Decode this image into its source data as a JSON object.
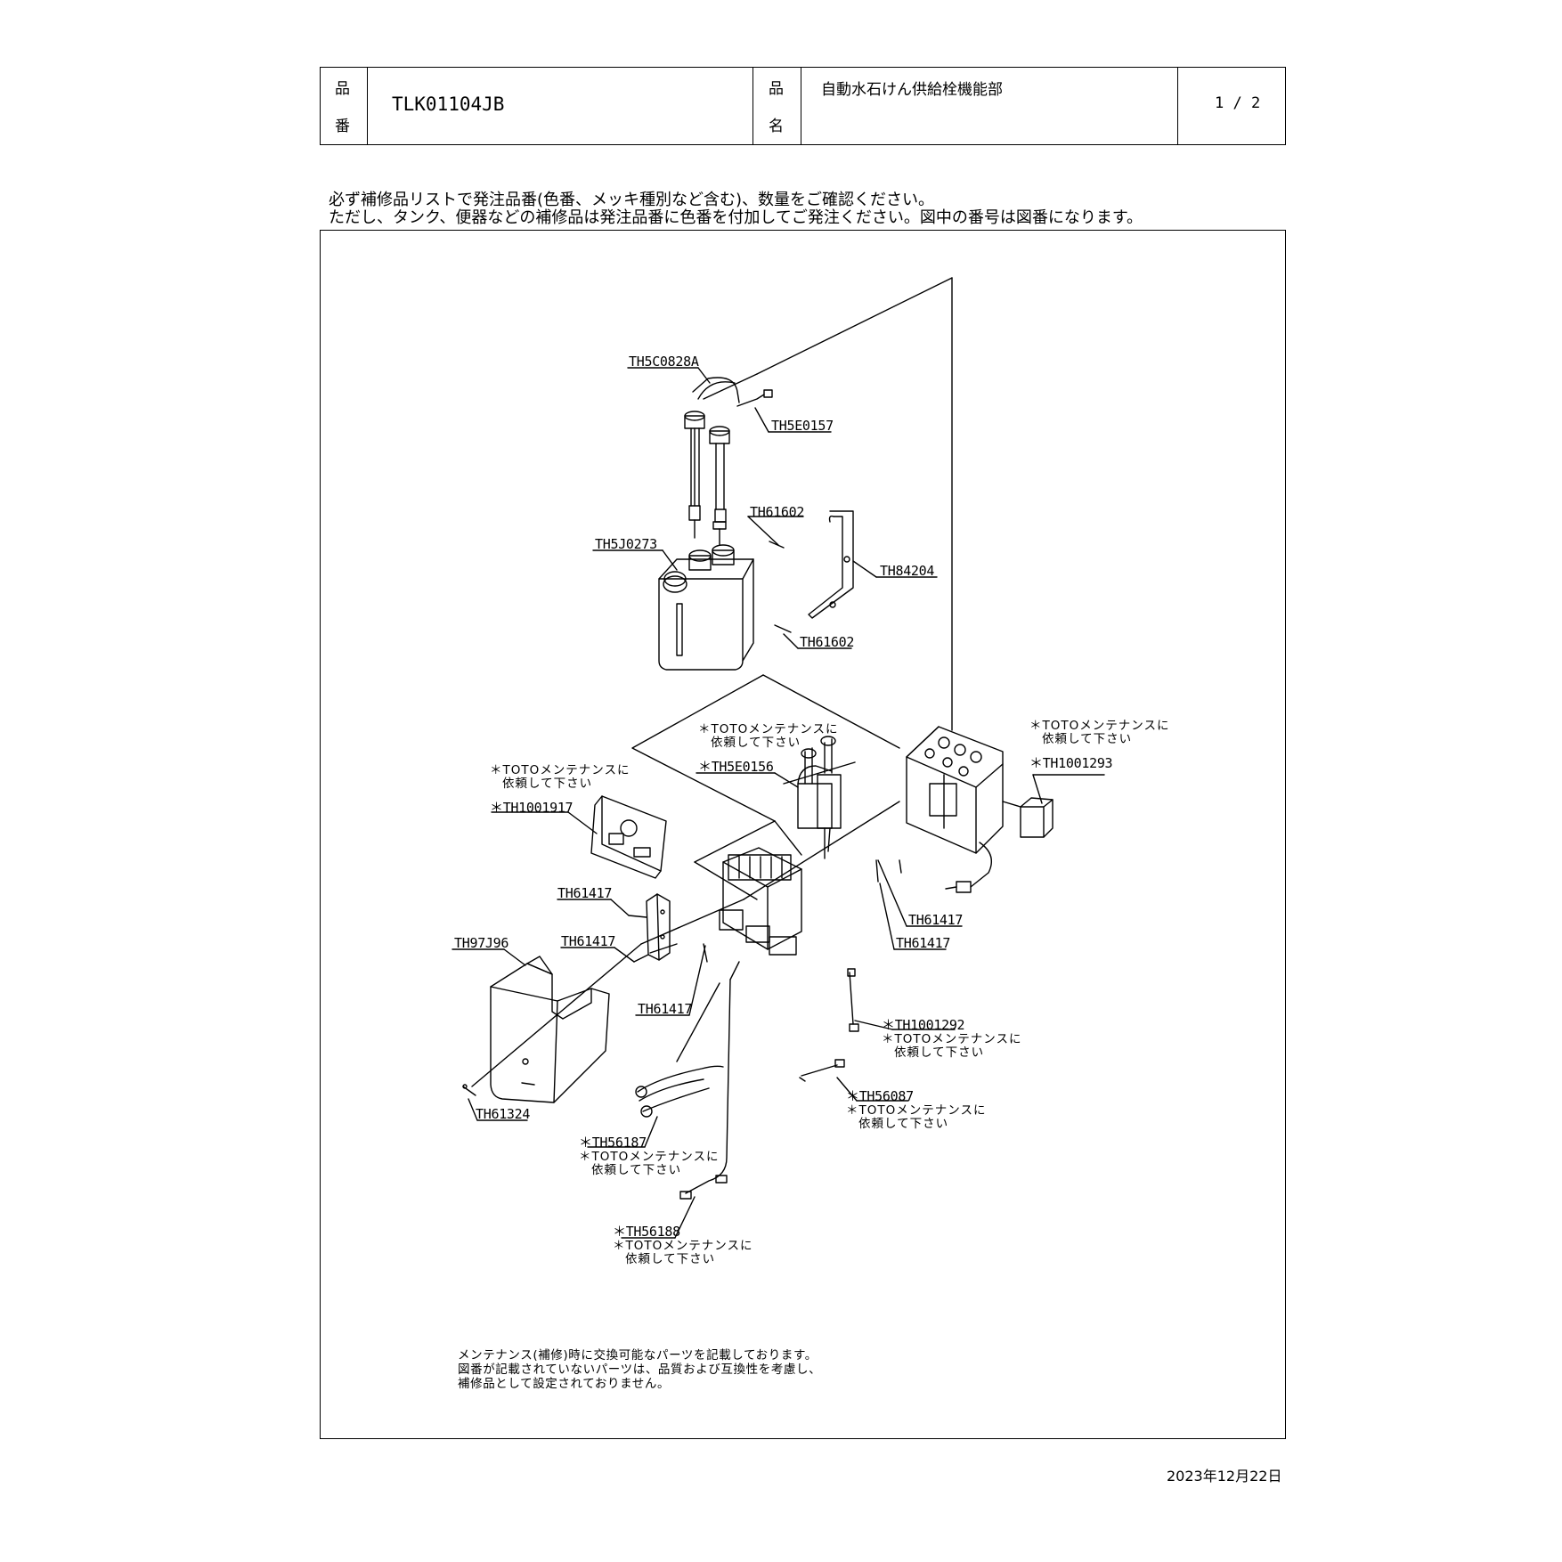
{
  "header": {
    "part_no_label_1": "品",
    "part_no_label_2": "番",
    "part_no": "TLK01104JB",
    "name_label_1": "品",
    "name_label_2": "名",
    "name": "自動水石けん供給栓機能部",
    "page": "1 / 2"
  },
  "notice": {
    "line1": "必ず補修品リストで発注品番(色番、メッキ種別など含む)、数量をご確認ください。",
    "line2": "ただし、タンク、便器などの補修品は発注品番に色番を付加してご発注ください。図中の番号は図番になります。"
  },
  "parts": {
    "th5c0828a": "TH5C0828A",
    "th5e0157": "TH5E0157",
    "th61602_a": "TH61602",
    "th5j0273": "TH5J0273",
    "th84204": "TH84204",
    "th61602_b": "TH61602",
    "th5e0156": "＊TH5E0156",
    "th1001293": "＊TH1001293",
    "th1001917": "＊TH1001917",
    "th61417_a": "TH61417",
    "th61417_b": "TH61417",
    "th61417_c": "TH61417",
    "th61417_d": "TH61417",
    "th61417_e": "TH61417",
    "th97j96": "TH97J96",
    "th1001292": "＊TH1001292",
    "th56087": "＊TH56087",
    "th61324": "TH61324",
    "th56187": "＊TH56187",
    "th56188": "＊TH56188"
  },
  "maint_note": {
    "line1": "＊TOTOメンテナンスに",
    "line2": "依頼して下さい"
  },
  "maint_note_plain": {
    "line1": "TOTOメンテナンスに",
    "line2": "依頼して下さい"
  },
  "footer": {
    "line1": "メンテナンス(補修)時に交換可能なパーツを記載しております。",
    "line2": "図番が記載されていないパーツは、品質および互換性を考慮し、",
    "line3": "補修品として設定されておりません。"
  },
  "date": "2023年12月22日"
}
